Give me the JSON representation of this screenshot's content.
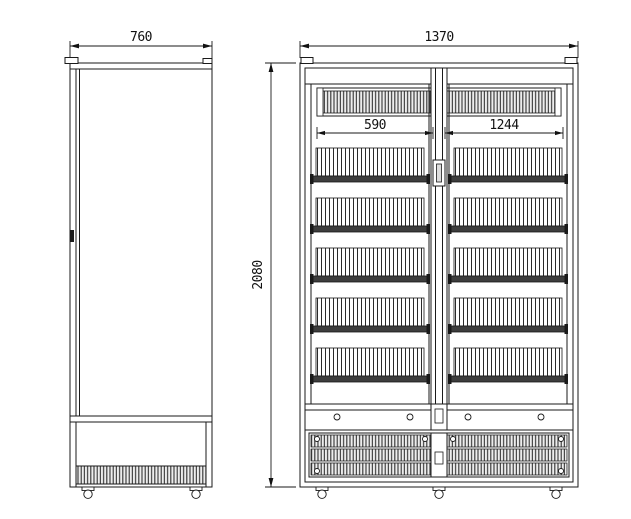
{
  "drawing": {
    "kind": "technical-drawing",
    "views": [
      "side-view",
      "front-view"
    ],
    "dims": {
      "side_width": "760",
      "front_width": "1370",
      "front_height": "2080",
      "left_door_opening": "590",
      "right_door_opening": "1244"
    }
  },
  "colors": {
    "line": "#1a1a1a",
    "background": "#ffffff",
    "shelf_bar": "#3d3d3d"
  }
}
